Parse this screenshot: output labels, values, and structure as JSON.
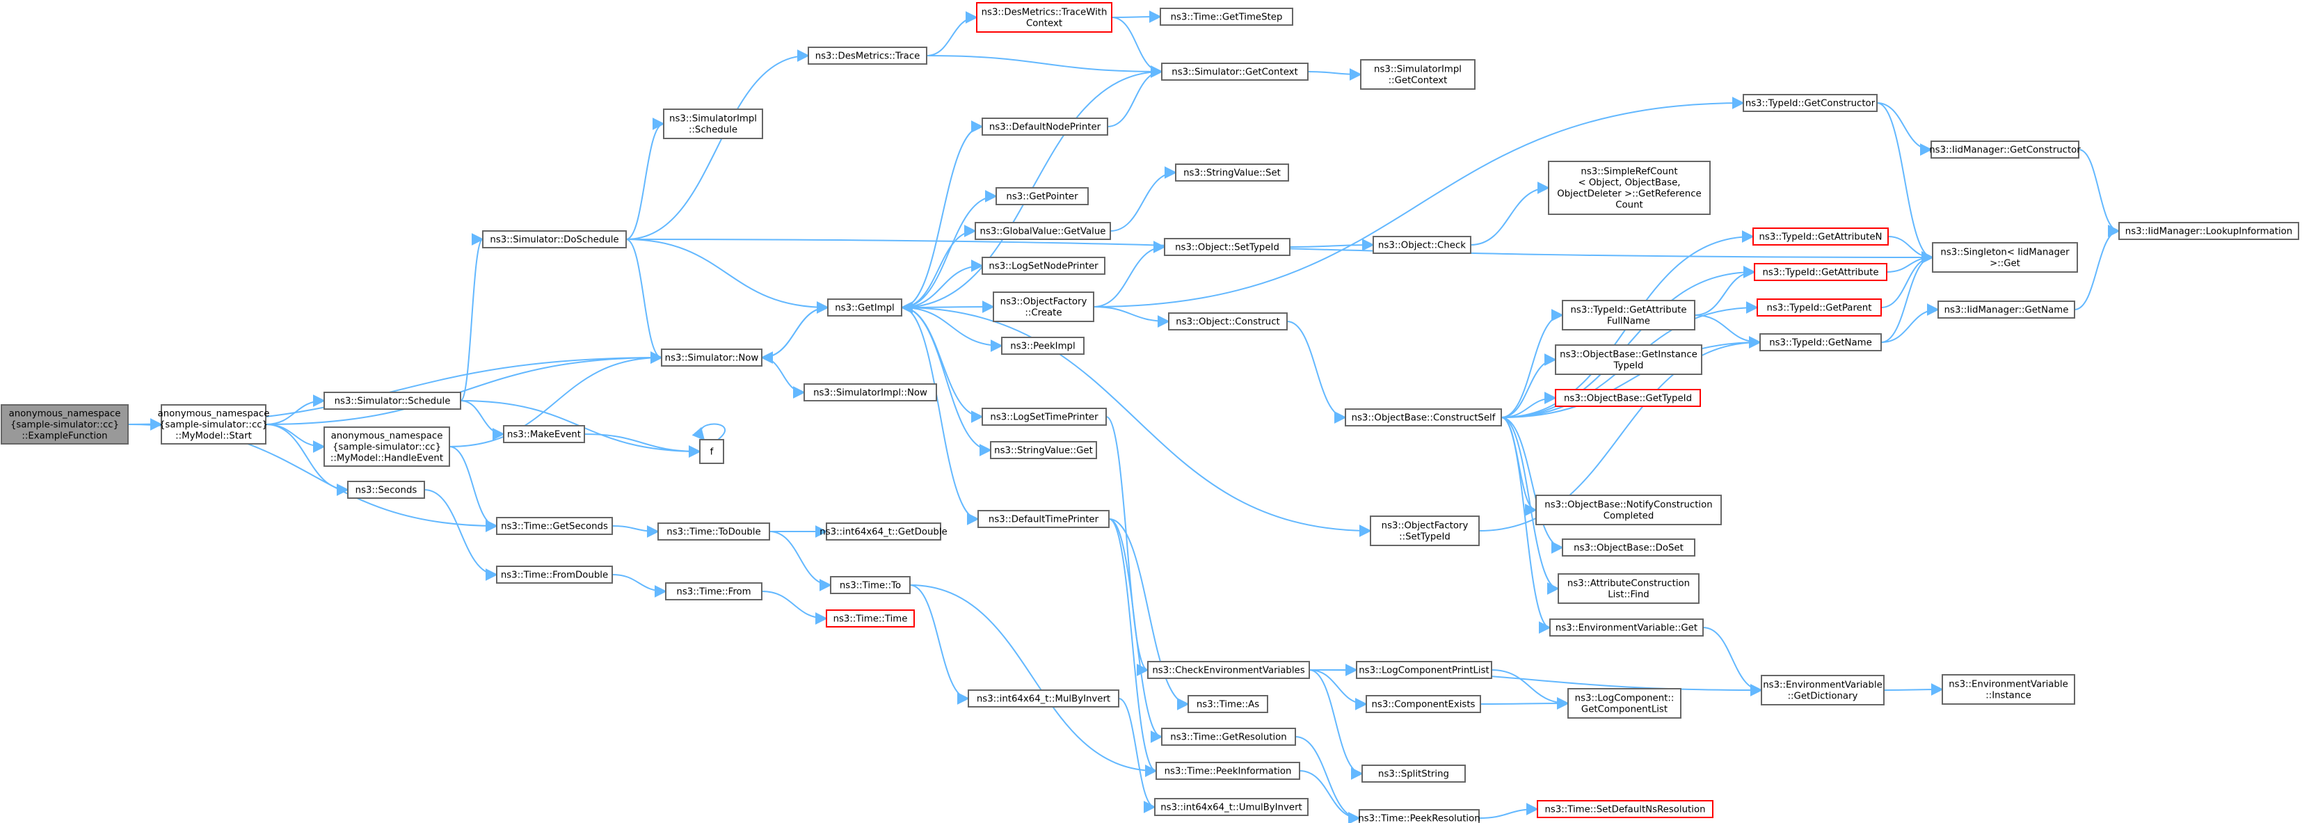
{
  "graph": {
    "title": "",
    "colors": {
      "edge": "#63b8ff",
      "node_border": "#666666",
      "node_fill": "#ffffff",
      "root_fill": "#999999",
      "truncated_border": "#ff0000"
    },
    "nodes": {
      "n1": {
        "lines": [
          "anonymous_namespace",
          "{sample-simulator::cc}",
          "::ExampleFunction"
        ],
        "kind": "root"
      },
      "n2": {
        "lines": [
          "anonymous_namespace",
          "{sample-simulator::cc}",
          "::MyModel::Start"
        ]
      },
      "n3": {
        "lines": [
          "ns3::Simulator::Now"
        ]
      },
      "n4": {
        "lines": [
          "ns3::Time::GetSeconds"
        ]
      },
      "n5": {
        "lines": [
          "ns3::Simulator::Schedule"
        ]
      },
      "n6": {
        "lines": [
          "anonymous_namespace",
          "{sample-simulator::cc}",
          "::MyModel::HandleEvent"
        ]
      },
      "n7": {
        "lines": [
          "ns3::Seconds"
        ]
      },
      "n8": {
        "lines": [
          "ns3::Simulator::DoSchedule"
        ]
      },
      "n9": {
        "lines": [
          "ns3::MakeEvent"
        ]
      },
      "n10": {
        "lines": [
          "f"
        ]
      },
      "n11": {
        "lines": [
          "ns3::Time::FromDouble"
        ]
      },
      "n12": {
        "lines": [
          "ns3::DesMetrics::Trace"
        ]
      },
      "n13": {
        "lines": [
          "ns3::SimulatorImpl",
          "::Schedule"
        ]
      },
      "n14": {
        "lines": [
          "ns3::GetImpl"
        ]
      },
      "n15": {
        "lines": [
          "ns3::SimulatorImpl::Now"
        ]
      },
      "n16": {
        "lines": [
          "ns3::Time::ToDouble"
        ]
      },
      "n17": {
        "lines": [
          "ns3::Time::From"
        ]
      },
      "n18": {
        "lines": [
          "ns3::DesMetrics::TraceWith",
          "Context"
        ],
        "kind": "truncated"
      },
      "n19": {
        "lines": [
          "ns3::Simulator::GetContext"
        ]
      },
      "n20": {
        "lines": [
          "ns3::DefaultNodePrinter"
        ]
      },
      "n21": {
        "lines": [
          "ns3::GetPointer"
        ]
      },
      "n22": {
        "lines": [
          "ns3::GlobalValue::GetValue"
        ]
      },
      "n23": {
        "lines": [
          "ns3::LogSetNodePrinter"
        ]
      },
      "n24": {
        "lines": [
          "ns3::ObjectFactory",
          "::Create"
        ]
      },
      "n25": {
        "lines": [
          "ns3::PeekImpl"
        ]
      },
      "n26": {
        "lines": [
          "ns3::LogSetTimePrinter"
        ]
      },
      "n27": {
        "lines": [
          "ns3::StringValue::Get"
        ]
      },
      "n28": {
        "lines": [
          "ns3::DefaultTimePrinter"
        ]
      },
      "n29": {
        "lines": [
          "ns3::int64x64_t::GetDouble"
        ]
      },
      "n30": {
        "lines": [
          "ns3::Time::To"
        ]
      },
      "n31": {
        "lines": [
          "ns3::Time::Time"
        ],
        "kind": "truncated"
      },
      "n32": {
        "lines": [
          "ns3::int64x64_t::MulByInvert"
        ]
      },
      "n33": {
        "lines": [
          "ns3::int64x64_t::UmulByInvert"
        ]
      },
      "n34": {
        "lines": [
          "ns3::Time::GetTimeStep"
        ]
      },
      "n35": {
        "lines": [
          "ns3::SimulatorImpl",
          "::GetContext"
        ]
      },
      "n36": {
        "lines": [
          "ns3::StringValue::Set"
        ]
      },
      "n37": {
        "lines": [
          "ns3::TypeId::GetConstructor"
        ]
      },
      "n38": {
        "lines": [
          "ns3::Object::SetTypeId"
        ]
      },
      "n39": {
        "lines": [
          "ns3::Object::Construct"
        ]
      },
      "n40": {
        "lines": [
          "ns3::ObjectFactory",
          "::SetTypeId"
        ]
      },
      "n41": {
        "lines": [
          "ns3::CheckEnvironmentVariables"
        ]
      },
      "n42": {
        "lines": [
          "ns3::Time::As"
        ]
      },
      "n43": {
        "lines": [
          "ns3::Time::GetResolution"
        ]
      },
      "n44": {
        "lines": [
          "ns3::Time::PeekInformation"
        ]
      },
      "n45": {
        "lines": [
          "ns3::Time::PeekResolution"
        ]
      },
      "n46": {
        "lines": [
          "ns3::Object::Check"
        ]
      },
      "n47": {
        "lines": [
          "ns3::ObjectBase::ConstructSelf"
        ]
      },
      "n48": {
        "lines": [
          "ns3::LogComponentPrintList"
        ]
      },
      "n49": {
        "lines": [
          "ns3::ComponentExists"
        ]
      },
      "n50": {
        "lines": [
          "ns3::SplitString"
        ]
      },
      "n51": {
        "lines": [
          "ns3::SimpleRefCount",
          "< Object, ObjectBase,",
          "ObjectDeleter >::GetReference",
          "Count"
        ]
      },
      "n52": {
        "lines": [
          "ns3::TypeId::GetAttributeN"
        ],
        "kind": "truncated"
      },
      "n53": {
        "lines": [
          "ns3::TypeId::GetAttribute"
        ],
        "kind": "truncated"
      },
      "n54": {
        "lines": [
          "ns3::TypeId::GetAttribute",
          "FullName"
        ]
      },
      "n55": {
        "lines": [
          "ns3::ObjectBase::GetInstance",
          "TypeId"
        ]
      },
      "n56": {
        "lines": [
          "ns3::ObjectBase::GetTypeId"
        ],
        "kind": "truncated"
      },
      "n57": {
        "lines": [
          "ns3::ObjectBase::NotifyConstruction",
          "Completed"
        ]
      },
      "n58": {
        "lines": [
          "ns3::ObjectBase::DoSet"
        ]
      },
      "n59": {
        "lines": [
          "ns3::AttributeConstruction",
          "List::Find"
        ]
      },
      "n60": {
        "lines": [
          "ns3::EnvironmentVariable::Get"
        ]
      },
      "n61": {
        "lines": [
          "ns3::LogComponent::",
          "GetComponentList"
        ]
      },
      "n62": {
        "lines": [
          "ns3::Time::SetDefaultNsResolution"
        ],
        "kind": "truncated"
      },
      "n63": {
        "lines": [
          "ns3::IidManager::GetConstructor"
        ]
      },
      "n64": {
        "lines": [
          "ns3::Singleton< IidManager",
          ">::Get"
        ]
      },
      "n65": {
        "lines": [
          "ns3::TypeId::GetParent"
        ],
        "kind": "truncated"
      },
      "n66": {
        "lines": [
          "ns3::TypeId::GetName"
        ]
      },
      "n67": {
        "lines": [
          "ns3::IidManager::GetName"
        ]
      },
      "n68": {
        "lines": [
          "ns3::EnvironmentVariable",
          "::GetDictionary"
        ]
      },
      "n69": {
        "lines": [
          "ns3::EnvironmentVariable",
          "::Instance"
        ]
      },
      "n70": {
        "lines": [
          "ns3::IidManager::LookupInformation"
        ]
      }
    },
    "edges": [
      [
        "n1",
        "n2"
      ],
      [
        "n1",
        "n3"
      ],
      [
        "n1",
        "n4"
      ],
      [
        "n2",
        "n3"
      ],
      [
        "n2",
        "n5"
      ],
      [
        "n2",
        "n6"
      ],
      [
        "n2",
        "n7"
      ],
      [
        "n5",
        "n8"
      ],
      [
        "n5",
        "n9"
      ],
      [
        "n5",
        "n10"
      ],
      [
        "n6",
        "n3"
      ],
      [
        "n6",
        "n4"
      ],
      [
        "n7",
        "n11"
      ],
      [
        "n8",
        "n12"
      ],
      [
        "n8",
        "n13"
      ],
      [
        "n8",
        "n14"
      ],
      [
        "n8",
        "n3"
      ],
      [
        "n8",
        "n64"
      ],
      [
        "n9",
        "n10"
      ],
      [
        "n10",
        "n10"
      ],
      [
        "n3",
        "n14"
      ],
      [
        "n3",
        "n15"
      ],
      [
        "n4",
        "n16"
      ],
      [
        "n11",
        "n17"
      ],
      [
        "n12",
        "n18"
      ],
      [
        "n12",
        "n19"
      ],
      [
        "n18",
        "n34"
      ],
      [
        "n18",
        "n19"
      ],
      [
        "n19",
        "n35"
      ],
      [
        "n19",
        "n14"
      ],
      [
        "n14",
        "n20"
      ],
      [
        "n14",
        "n21"
      ],
      [
        "n14",
        "n22"
      ],
      [
        "n14",
        "n23"
      ],
      [
        "n14",
        "n24"
      ],
      [
        "n14",
        "n25"
      ],
      [
        "n14",
        "n26"
      ],
      [
        "n14",
        "n27"
      ],
      [
        "n14",
        "n28"
      ],
      [
        "n14",
        "n40"
      ],
      [
        "n14",
        "n3"
      ],
      [
        "n20",
        "n19"
      ],
      [
        "n22",
        "n36"
      ],
      [
        "n24",
        "n37"
      ],
      [
        "n24",
        "n38"
      ],
      [
        "n24",
        "n39"
      ],
      [
        "n26",
        "n41"
      ],
      [
        "n16",
        "n29"
      ],
      [
        "n16",
        "n30"
      ],
      [
        "n17",
        "n31"
      ],
      [
        "n30",
        "n32"
      ],
      [
        "n30",
        "n44"
      ],
      [
        "n32",
        "n33"
      ],
      [
        "n28",
        "n42"
      ],
      [
        "n28",
        "n43"
      ],
      [
        "n28",
        "n44"
      ],
      [
        "n37",
        "n63"
      ],
      [
        "n37",
        "n64"
      ],
      [
        "n38",
        "n46"
      ],
      [
        "n39",
        "n47"
      ],
      [
        "n40",
        "n66"
      ],
      [
        "n41",
        "n48"
      ],
      [
        "n41",
        "n49"
      ],
      [
        "n41",
        "n50"
      ],
      [
        "n41",
        "n68"
      ],
      [
        "n43",
        "n45"
      ],
      [
        "n44",
        "n45"
      ],
      [
        "n45",
        "n62"
      ],
      [
        "n46",
        "n51"
      ],
      [
        "n47",
        "n52"
      ],
      [
        "n47",
        "n53"
      ],
      [
        "n47",
        "n54"
      ],
      [
        "n47",
        "n55"
      ],
      [
        "n47",
        "n56"
      ],
      [
        "n47",
        "n57"
      ],
      [
        "n47",
        "n58"
      ],
      [
        "n47",
        "n59"
      ],
      [
        "n47",
        "n60"
      ],
      [
        "n47",
        "n65"
      ],
      [
        "n47",
        "n66"
      ],
      [
        "n48",
        "n61"
      ],
      [
        "n49",
        "n61"
      ],
      [
        "n52",
        "n64"
      ],
      [
        "n53",
        "n64"
      ],
      [
        "n54",
        "n53"
      ],
      [
        "n54",
        "n66"
      ],
      [
        "n60",
        "n68"
      ],
      [
        "n65",
        "n64"
      ],
      [
        "n66",
        "n64"
      ],
      [
        "n66",
        "n67"
      ],
      [
        "n67",
        "n70"
      ],
      [
        "n63",
        "n70"
      ],
      [
        "n68",
        "n69"
      ]
    ]
  }
}
